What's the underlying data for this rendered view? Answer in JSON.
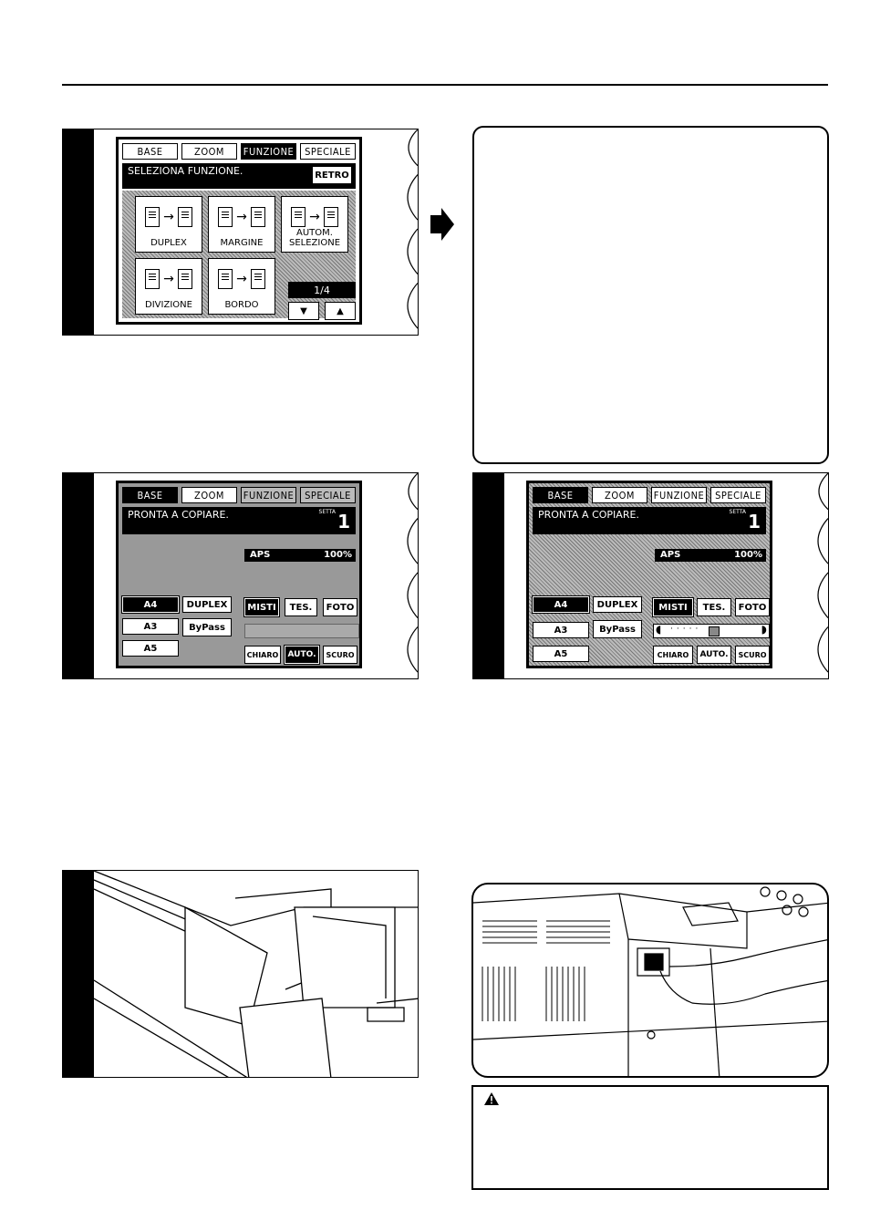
{
  "tabs": [
    "BASE",
    "ZOOM",
    "FUNZIONE",
    "SPECIALE"
  ],
  "panel1": {
    "message": "SELEZIONA FUNZIONE.",
    "back_label": "RETRO",
    "functions": [
      "DUPLEX",
      "MARGINE",
      "AUTOM. SELEZIONE",
      "DIVIZIONE",
      "BORDO"
    ],
    "page_indicator": "1/4",
    "down_icon": "triangle-down-icon",
    "up_icon": "triangle-up-icon"
  },
  "panel2": {
    "message": "PRONTA A COPIARE.",
    "sets_label": "SETTA",
    "sets_value": "1",
    "aps_label": "APS",
    "zoom_value": "100%",
    "paper": [
      "A4",
      "A3",
      "A5"
    ],
    "duplex_label": "DUPLEX",
    "bypass_label": "ByPass",
    "modes": [
      "MISTI",
      "TES.",
      "FOTO"
    ],
    "exposure": [
      "CHIARO",
      "AUTO.",
      "SCURO"
    ]
  },
  "panel3": {
    "message": "PRONTA A COPIARE.",
    "sets_label": "SETTA",
    "sets_value": "1",
    "aps_label": "APS",
    "zoom_value": "100%",
    "paper": [
      "A4",
      "A3",
      "A5"
    ],
    "duplex_label": "DUPLEX",
    "bypass_label": "ByPass",
    "modes": [
      "MISTI",
      "TES.",
      "FOTO"
    ],
    "exposure": [
      "CHIARO",
      "AUTO.",
      "SCURO"
    ]
  },
  "icons": {
    "arrow": "arrow-right-icon",
    "warning": "warning-triangle-icon"
  },
  "colors": {
    "ink": "#000000",
    "panel_gray": "#999999"
  }
}
